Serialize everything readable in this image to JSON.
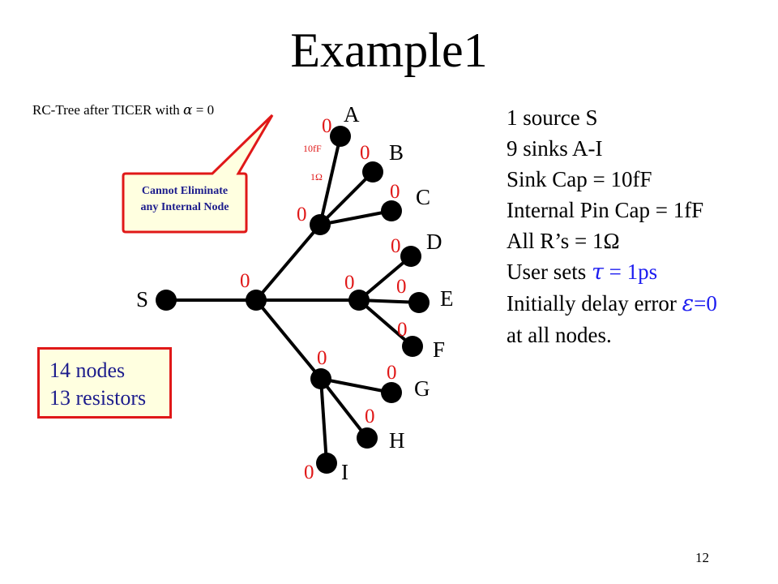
{
  "title": "Example1",
  "caption": {
    "prefix": "RC-Tree after TICER with",
    "symbol": "α",
    "suffix": "= 0"
  },
  "callout": {
    "line1": "Cannot Eliminate",
    "line2": "any Internal Node"
  },
  "info": {
    "line1": "1 source S",
    "line2": "9 sinks A-I",
    "line3": "Sink Cap = 10fF",
    "line4": "Internal Pin Cap = 1fF",
    "line5": "All R’s = 1Ω",
    "line6_prefix": "User sets",
    "line6_symbol": "τ",
    "line6_value": "= 1ps",
    "line7_prefix": "Initially delay error",
    "line7_symbol": "ε",
    "line7_value": "=0",
    "line8": "at all nodes."
  },
  "stats": {
    "nodes": "14 nodes",
    "resistors": "13 resistors"
  },
  "page_number": "12",
  "tree": {
    "annotations": {
      "cap": "10fF",
      "res": "1Ω"
    },
    "labels": {
      "S": "S",
      "A": "A",
      "B": "B",
      "C": "C",
      "D": "D",
      "E": "E",
      "F": "F",
      "G": "G",
      "H": "H",
      "I": "I"
    },
    "delay_values": {
      "A": "0",
      "B": "0",
      "C": "0",
      "N1": "0",
      "D": "0",
      "N0": "0",
      "N2": "0",
      "E": "0",
      "F": "0",
      "N3": "0",
      "G": "0",
      "H": "0",
      "I": "0"
    },
    "colors": {
      "node": "#000000",
      "wire": "#000000",
      "value": "#e01818",
      "callout_fill": "#ffffe0",
      "callout_border": "#e01818"
    }
  }
}
